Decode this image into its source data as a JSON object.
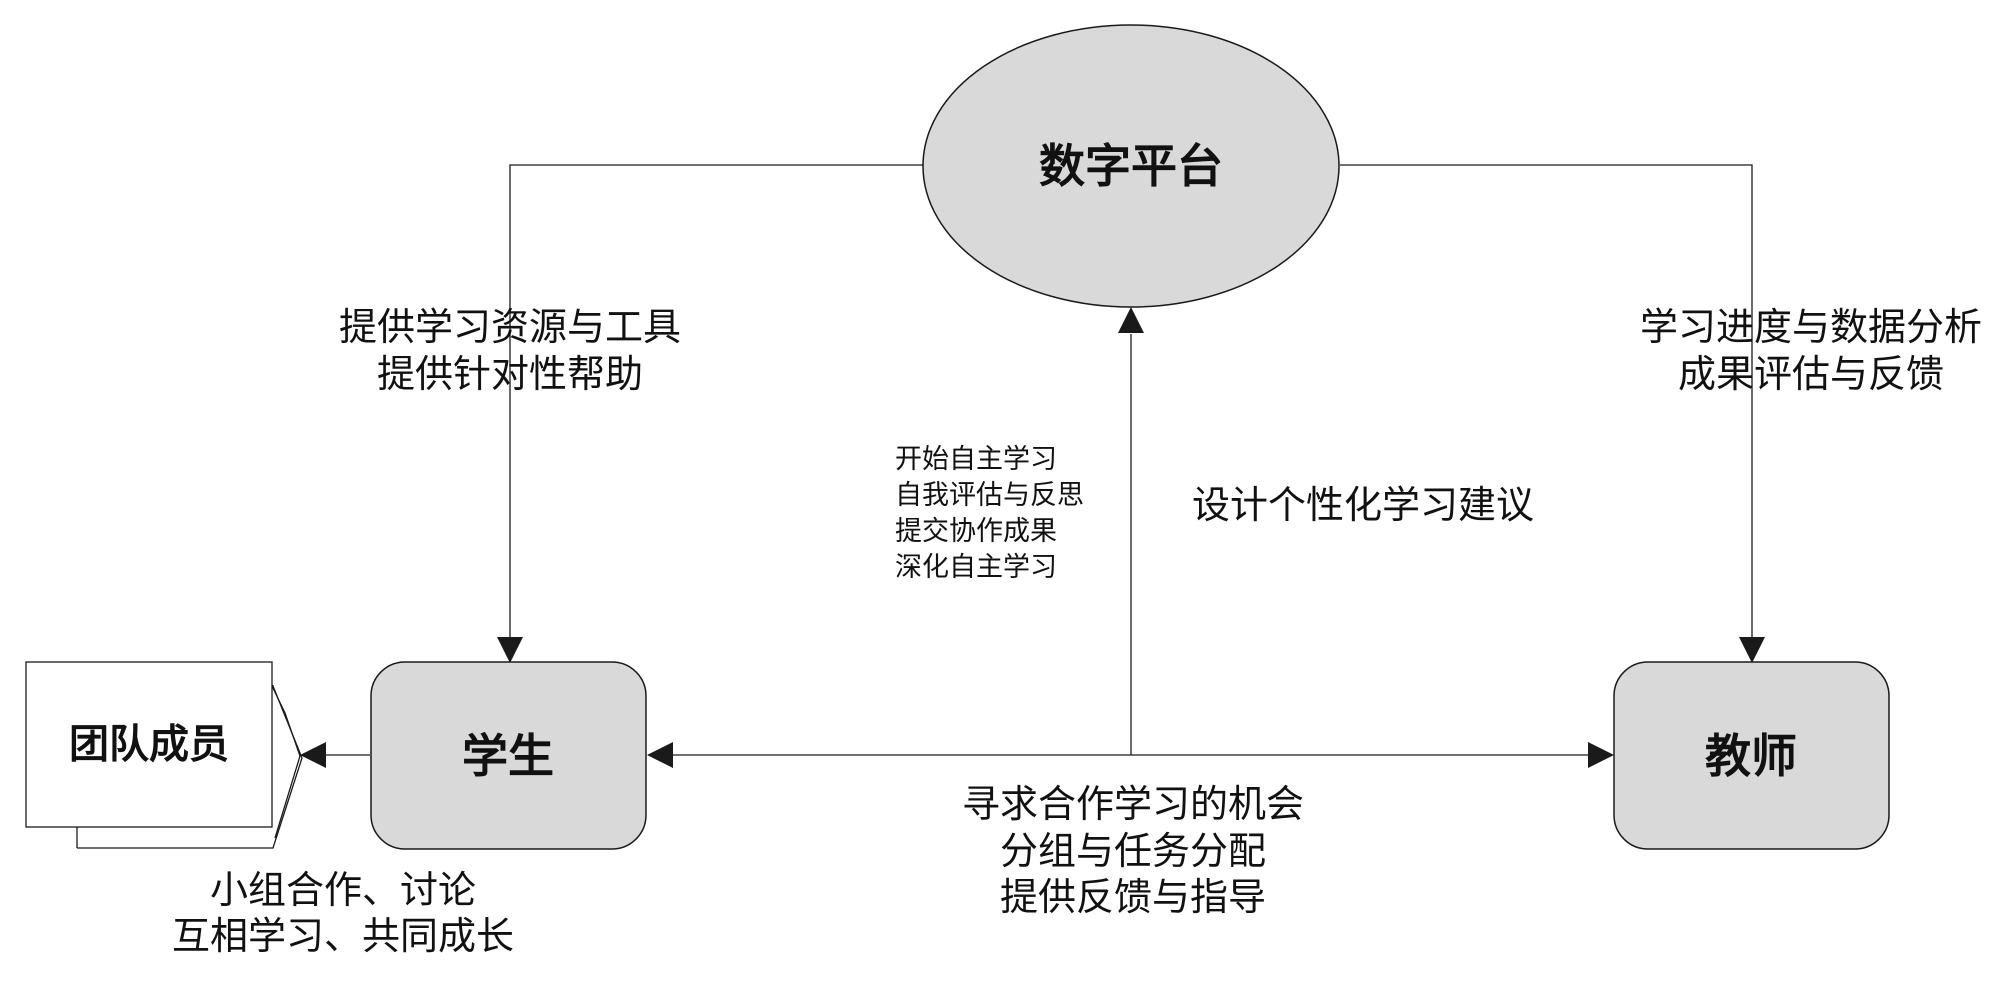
{
  "nodes": {
    "platform": "数字平台",
    "student": "学生",
    "teacher": "教师",
    "team": "团队成员"
  },
  "edges": {
    "platform_to_student": [
      "提供学习资源与工具",
      "提供针对性帮助"
    ],
    "platform_to_teacher": [
      "学习进度与数据分析",
      "成果评估与反馈"
    ],
    "student_to_platform": [
      "开始自主学习",
      "自我评估与反思",
      "提交协作成果",
      "深化自主学习"
    ],
    "teacher_to_platform": [
      "设计个性化学习建议"
    ],
    "student_teacher": [
      "寻求合作学习的机会",
      "分组与任务分配",
      "提供反馈与指导"
    ],
    "student_to_team": [
      "小组合作、讨论",
      "互相学习、共同成长"
    ]
  },
  "colors": {
    "node_fill": "#d9d9d9",
    "stroke": "#1a1a1a",
    "text": "#111111"
  }
}
